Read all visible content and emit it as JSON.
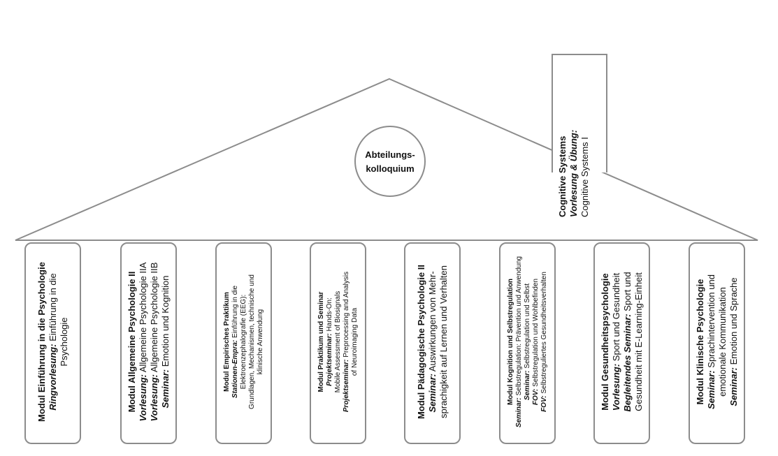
{
  "roof": {
    "center_label_line1": "Abteilungs-",
    "center_label_line2": "kolloquium"
  },
  "chimney": {
    "title": "Cognitive Systems",
    "line2_label": "Vorlesung & Übung:",
    "line3": "Cognitive Systems I"
  },
  "pillars": [
    {
      "size": "lg",
      "lines": [
        [
          {
            "t": "Modul Einführung in die Psychologie",
            "s": "b"
          }
        ],
        [
          {
            "t": "Ringvorlesung:",
            "s": "bi"
          },
          {
            "t": " Einführung in die"
          }
        ],
        [
          {
            "t": "Psychologie"
          }
        ]
      ]
    },
    {
      "size": "lg",
      "lines": [
        [
          {
            "t": "Modul Allgemeine Psychologie II",
            "s": "b"
          }
        ],
        [
          {
            "t": "Vorlesung:",
            "s": "bi"
          },
          {
            "t": " Allgemeine Psychologie IIA"
          }
        ],
        [
          {
            "t": "Vorlesung:",
            "s": "bi"
          },
          {
            "t": " Allgemeine Psychologie IIB"
          }
        ],
        [
          {
            "t": "Seminar:",
            "s": "bi"
          },
          {
            "t": " Emotion und Kognition"
          }
        ]
      ]
    },
    {
      "size": "sm",
      "lines": [
        [
          {
            "t": "Modul Empirisches Praktikum",
            "s": "b"
          }
        ],
        [
          {
            "t": "Stationen-Empra:",
            "s": "bi"
          },
          {
            "t": " Einführung in die"
          }
        ],
        [
          {
            "t": "Elektroenzephalografie (EEG):"
          }
        ],
        [
          {
            "t": "Grundlagen, Mechanismen, technische und"
          }
        ],
        [
          {
            "t": "klinische Anwendung"
          }
        ]
      ]
    },
    {
      "size": "sm",
      "lines": [
        [
          {
            "t": "Modul Praktikum und Seminar",
            "s": "b"
          }
        ],
        [
          {
            "t": "Projektseminar:",
            "s": "bi"
          },
          {
            "t": " Hands-On:"
          }
        ],
        [
          {
            "t": "Mobile Assessment of Biosignals"
          }
        ],
        [
          {
            "t": "Projektseminar:",
            "s": "bi"
          },
          {
            "t": " Preprocessing and Analysis"
          }
        ],
        [
          {
            "t": "of Neuroimaging Data"
          }
        ]
      ]
    },
    {
      "size": "lg",
      "lines": [
        [
          {
            "t": "Modul Pädagogische Psychologie II",
            "s": "b"
          }
        ],
        [
          {
            "t": "Seminar:",
            "s": "bi"
          },
          {
            "t": " Auswirkungen von Mehr-"
          }
        ],
        [
          {
            "t": "sprachigkeit auf Lernen und Verhalten"
          }
        ]
      ]
    },
    {
      "size": "sm",
      "lines": [
        [
          {
            "t": "Modul Kognition und Selbstregulation",
            "s": "b"
          }
        ],
        [
          {
            "t": "Seminar:",
            "s": "bi"
          },
          {
            "t": " Selbstregulation: Prävention und Anwendung"
          }
        ],
        [
          {
            "t": "Seminar:",
            "s": "bi"
          },
          {
            "t": " Selbstregulation und Selbst"
          }
        ],
        [
          {
            "t": "FOV:",
            "s": "bi"
          },
          {
            "t": " Selbstregulation und Wohlbefinden"
          }
        ],
        [
          {
            "t": "FOV:",
            "s": "bi"
          },
          {
            "t": " Selbstreguliertes Gesundheitsverhalten"
          }
        ]
      ]
    },
    {
      "size": "lg",
      "lines": [
        [
          {
            "t": "Modul Gesundheitspsychologie",
            "s": "b"
          }
        ],
        [
          {
            "t": "Vorlesung:",
            "s": "bi"
          },
          {
            "t": " Sport und Gesundheit"
          }
        ],
        [
          {
            "t": "Begleitendes Seminar:",
            "s": "bi"
          },
          {
            "t": " Sport und"
          }
        ],
        [
          {
            "t": "Gesundheit mit E-Learning-Einheit"
          }
        ]
      ]
    },
    {
      "size": "lg",
      "lines": [
        [
          {
            "t": "Modul Klinische Psychologie",
            "s": "b"
          }
        ],
        [
          {
            "t": "Seminar:",
            "s": "bi"
          },
          {
            "t": " Sprachintervention und"
          }
        ],
        [
          {
            "t": "emotionale Kommunikation"
          }
        ],
        [
          {
            "t": "Seminar:",
            "s": "bi"
          },
          {
            "t": " Emotion und Sprache"
          }
        ]
      ]
    }
  ]
}
